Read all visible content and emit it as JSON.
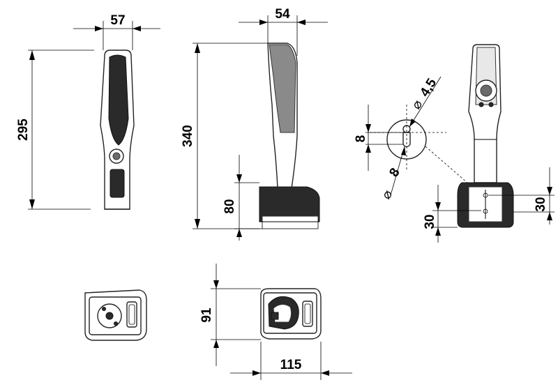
{
  "dimensions": {
    "front_width": "57",
    "front_height": "295",
    "side_width": "54",
    "side_height": "340",
    "base_height_80": "80",
    "hole_diameter_small": "4,5",
    "hole_height_8": "8",
    "hole_diameter_large": "8",
    "rear_base_left_30": "30",
    "rear_base_right_30": "30",
    "base_top_depth": "91",
    "base_top_width": "115"
  },
  "symbols": {
    "diameter_a": "⌀",
    "diameter_b": "⌀"
  }
}
